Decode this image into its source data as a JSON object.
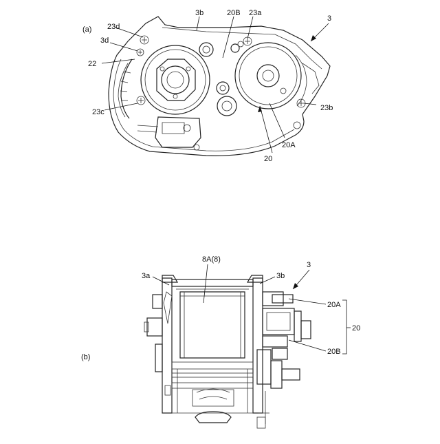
{
  "figure": {
    "panel_a": {
      "label": "(a)",
      "callouts": {
        "c3": "3",
        "c3b": "3b",
        "c20B": "20B",
        "c23a": "23a",
        "c23d": "23d",
        "c3d": "3d",
        "c22": "22",
        "c23c": "23c",
        "c23b": "23b",
        "c20A": "20A",
        "c20": "20"
      }
    },
    "panel_b": {
      "label": "(b)",
      "callouts": {
        "c8A": "8A(8)",
        "c3": "3",
        "c3a": "3a",
        "c3b": "3b",
        "c20A": "20A",
        "c20B": "20B",
        "c20": "20"
      }
    }
  }
}
